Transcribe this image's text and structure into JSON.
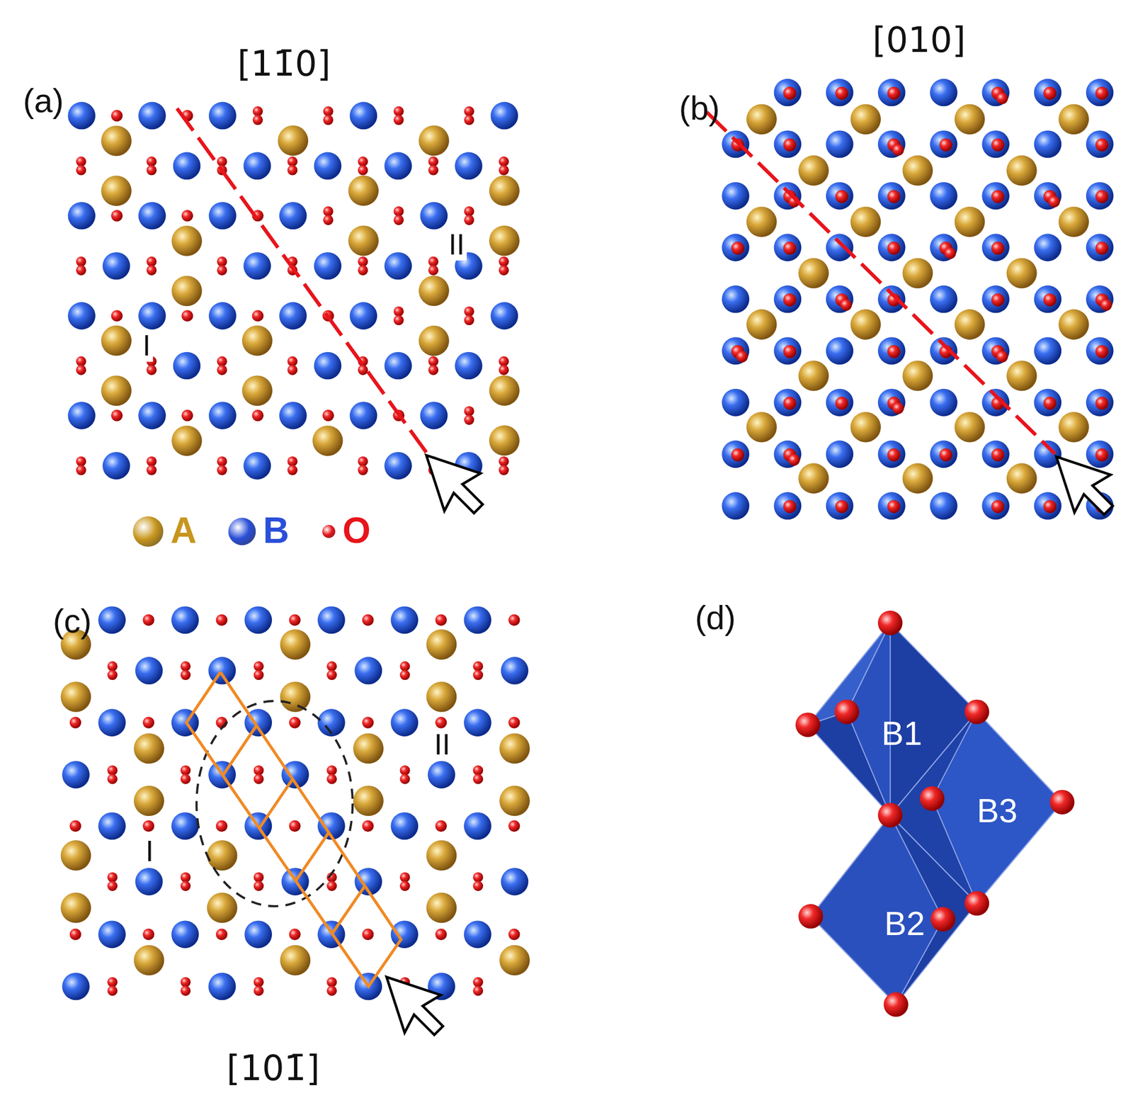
{
  "diagram": {
    "labels": [
      "(a)",
      "[11̄0]",
      "II",
      "I",
      "[010]",
      "(b)",
      "(c)",
      "I",
      "II",
      "[101̄]",
      "(d)",
      "B1",
      "B3",
      "B2"
    ],
    "legend": [
      {
        "text": "A",
        "color": "#c8961e"
      },
      {
        "text": "B",
        "color": "#2a4fd8"
      },
      {
        "text": "O",
        "color": "#e8141b"
      }
    ]
  }
}
